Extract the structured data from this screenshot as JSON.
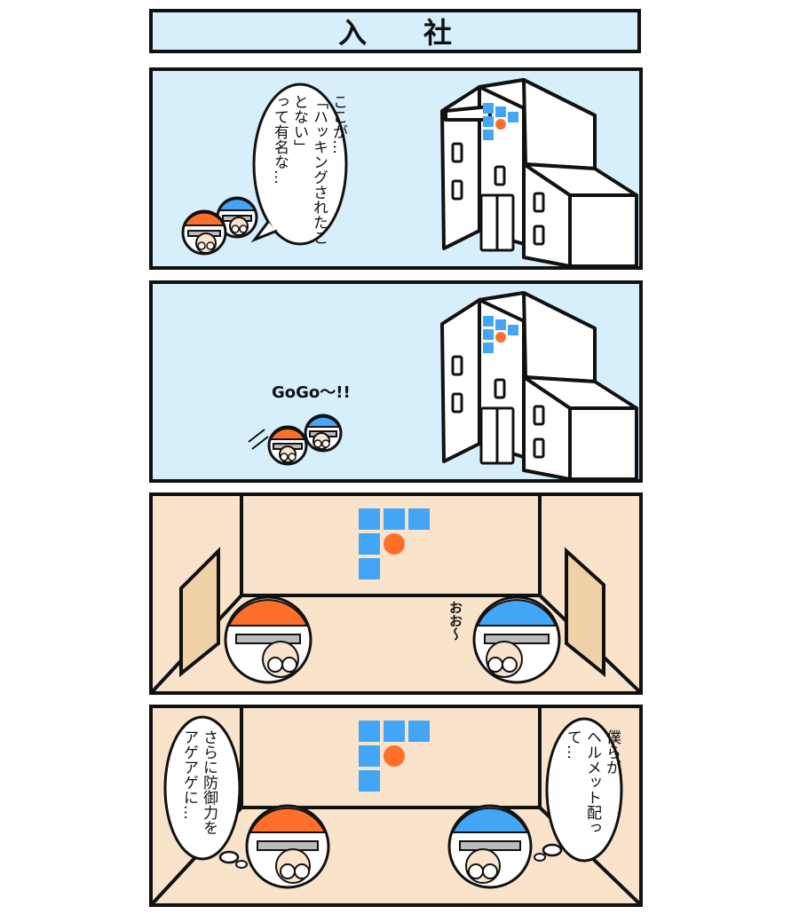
{
  "title": "入　社",
  "panel1": {
    "speech": [
      "ここが…",
      "「ハッキングされたことない」",
      "って有名な…"
    ]
  },
  "panel2": {
    "sfx": "GoGo〜!!"
  },
  "panel3": {
    "sfx": "おお〜"
  },
  "panel4": {
    "left_thought": [
      "さらに防御力を",
      "アゲアゲに…"
    ],
    "right_thought": [
      "僕らが",
      "ヘルメット配って…"
    ]
  },
  "colors": {
    "sky": "#d6effb",
    "room": "#fae3cb",
    "door": "#efd1a8",
    "logo_blue": "#42a5f5",
    "logo_orange": "#ff6f2c",
    "outline": "#111111"
  }
}
